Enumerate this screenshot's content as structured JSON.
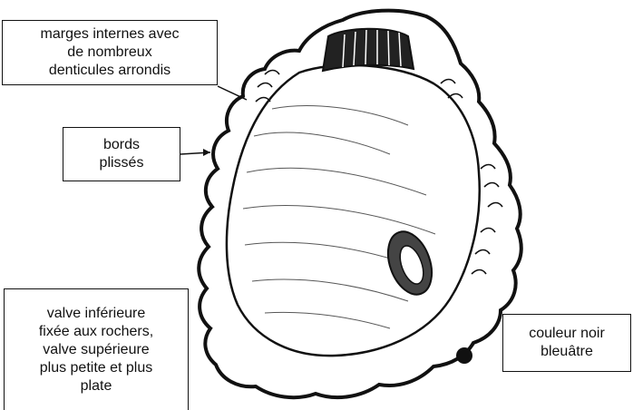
{
  "labels": {
    "marges": [
      "marges internes avec",
      "de nombreux",
      "denticules arrondis"
    ],
    "bords": [
      "bords",
      "plissés"
    ],
    "valve": [
      "valve inférieure",
      "fixée aux rochers,",
      "valve supérieure",
      "plus petite et plus",
      "plate"
    ],
    "couleur": [
      "couleur noir",
      "bleuâtre"
    ]
  },
  "colors": {
    "ink": "#111111",
    "paper": "#ffffff"
  }
}
